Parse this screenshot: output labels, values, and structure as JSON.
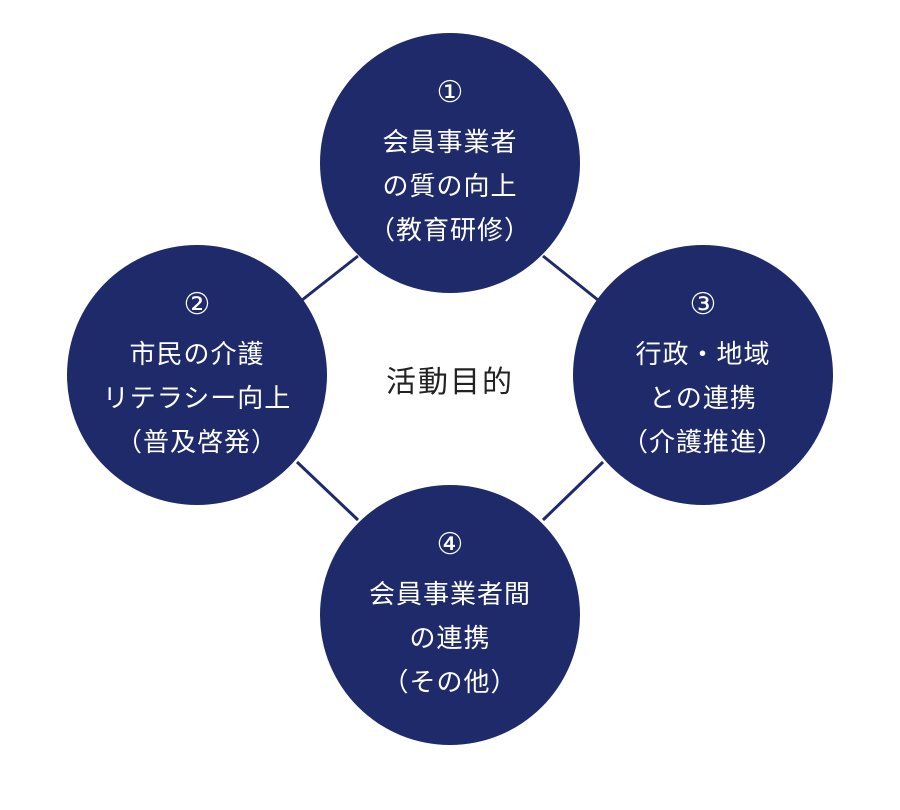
{
  "colors": {
    "node_fill": "#1f2a6b",
    "connector": "#1f2a6b",
    "node_text": "#ffffff",
    "center_text": "#222222"
  },
  "center_label": "活動目的",
  "nodes": [
    {
      "number": "①",
      "lines": [
        "会員事業者",
        "の質の向上",
        "（教育研修）"
      ]
    },
    {
      "number": "②",
      "lines": [
        "市民の介護",
        "リテラシー向上",
        "（普及啓発）"
      ]
    },
    {
      "number": "③",
      "lines": [
        "行政・地域",
        "との連携",
        "（介護推進）"
      ]
    },
    {
      "number": "④",
      "lines": [
        "会員事業者間",
        "の連携",
        "（その他）"
      ]
    }
  ]
}
